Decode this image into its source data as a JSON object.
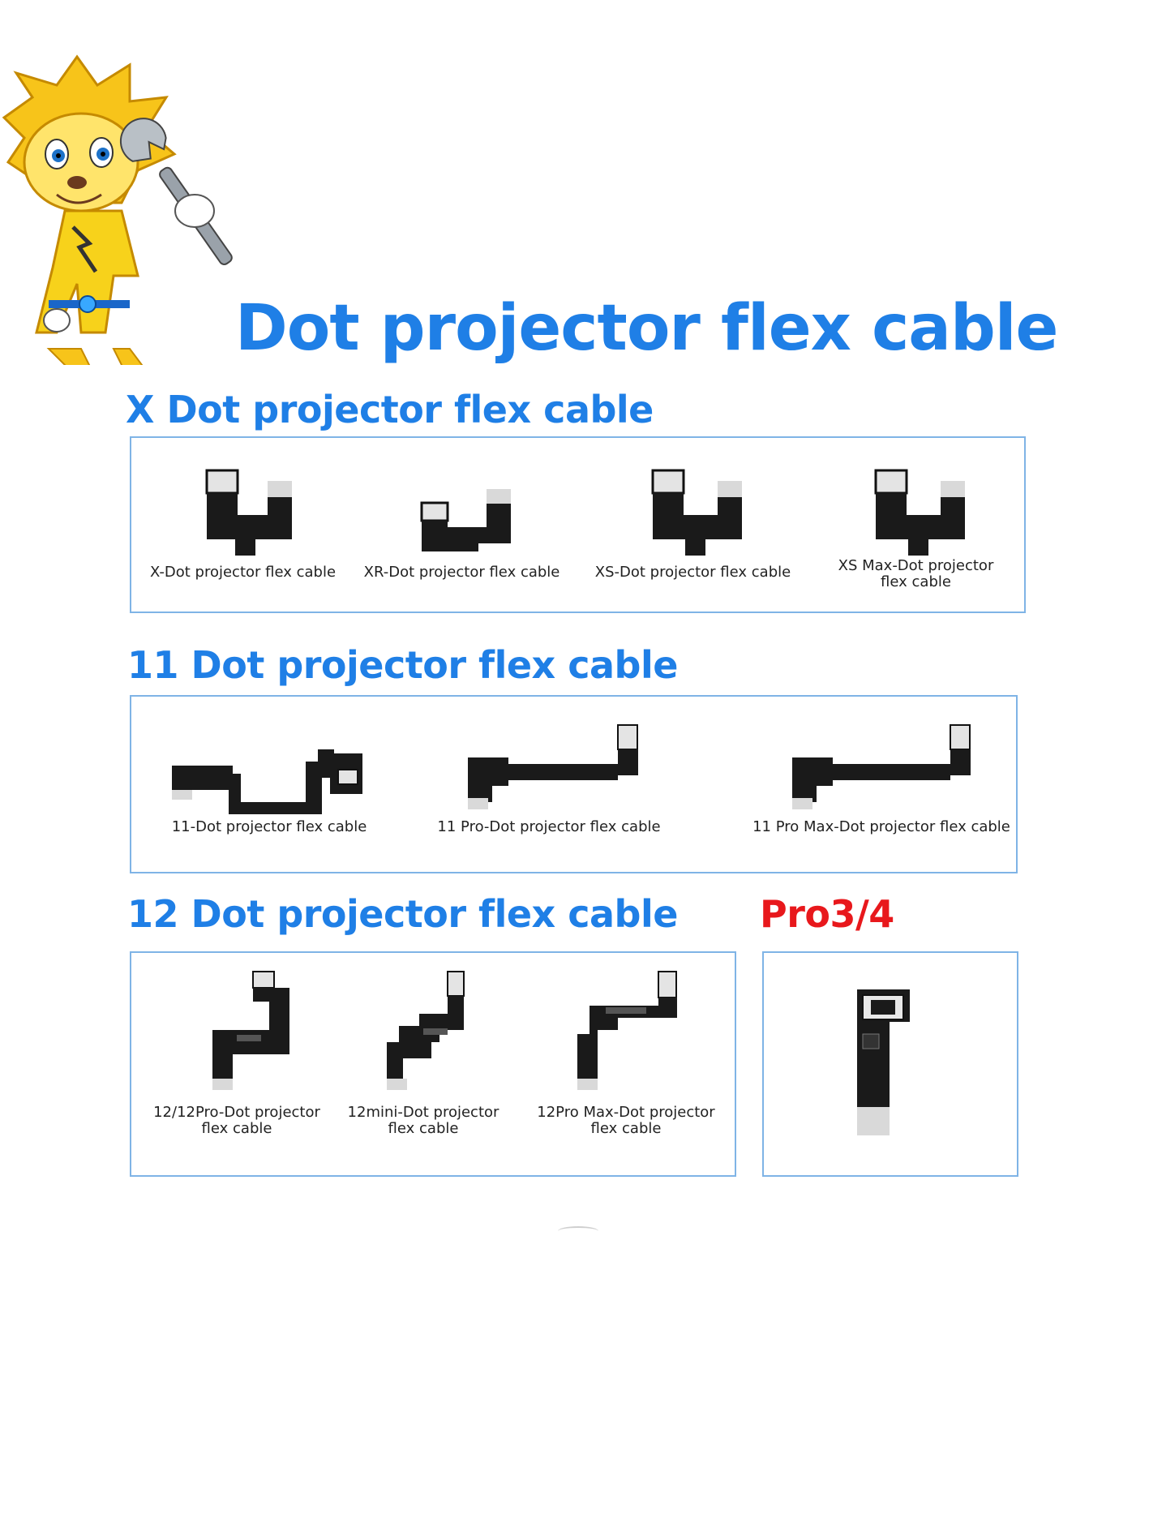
{
  "page": {
    "title": "Dot projector flex cable"
  },
  "sections": [
    {
      "title": "X Dot projector flex cable",
      "items": [
        {
          "label": "X-Dot projector flex cable"
        },
        {
          "label": "XR-Dot projector flex cable"
        },
        {
          "label": "XS-Dot projector flex cable"
        },
        {
          "label": "XS Max-Dot projector\nflex cable"
        }
      ]
    },
    {
      "title": "11 Dot projector flex cable",
      "items": [
        {
          "label": "11-Dot projector flex cable"
        },
        {
          "label": "11 Pro-Dot projector flex cable"
        },
        {
          "label": "11 Pro Max-Dot projector flex cable"
        }
      ]
    },
    {
      "title": "12 Dot projector flex cable",
      "items": [
        {
          "label": "12/12Pro-Dot projector\nflex cable"
        },
        {
          "label": "12mini-Dot projector\nflex cable"
        },
        {
          "label": "12Pro Max-Dot projector\nflex cable"
        }
      ]
    },
    {
      "title": "Pro3/4"
    }
  ],
  "colors": {
    "title_blue": "#1f7fe6",
    "accent_red": "#e8181c",
    "panel_border": "#7fb4e6"
  },
  "icons": {
    "mascot": "lion-mechanic-with-wrench",
    "product": "flex-cable-icon"
  }
}
